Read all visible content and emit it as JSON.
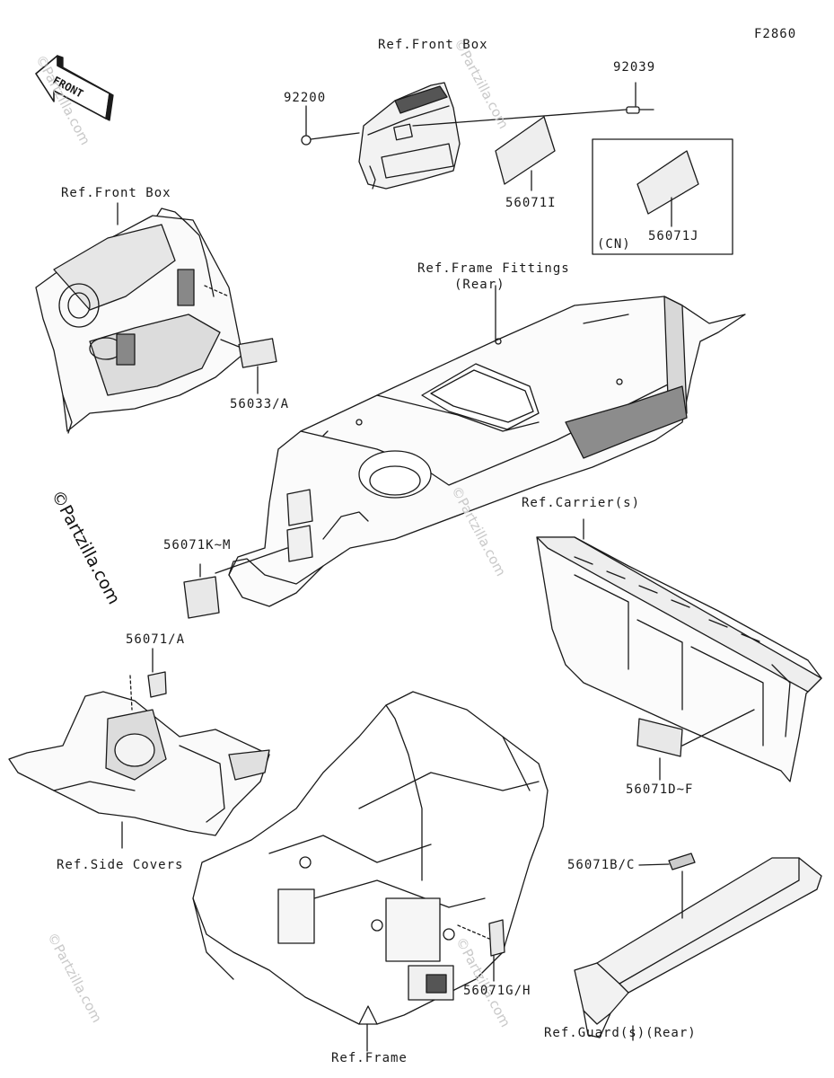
{
  "figure_code": "F2860",
  "front_arrow": "FRONT",
  "watermark": "©Partzilla.com",
  "labels": {
    "ref_front_box_top": "Ref.Front Box",
    "p92039": "92039",
    "p92200": "92200",
    "p56071I": "56071I",
    "p56071J": "56071J",
    "cn": "(CN)",
    "ref_front_box_left": "Ref.Front Box",
    "p56033A": "56033/A",
    "ref_frame_fittings": "Ref.Frame Fittings",
    "ref_frame_fittings_rear": "(Rear)",
    "ref_carriers": "Ref.Carrier(s)",
    "p56071KM": "56071K~M",
    "p56071A": "56071/A",
    "p56071DF": "56071D~F",
    "ref_side_covers": "Ref.Side Covers",
    "p56071BC": "56071B/C",
    "p56071GH": "56071G/H",
    "ref_frame": "Ref.Frame",
    "ref_guard_rear": "Ref.Guard(s)(Rear)"
  },
  "colors": {
    "line": "#1a1a1a",
    "shade": "#e9e9e9",
    "dark_shade": "#9a9a9a",
    "watermark": "#c9c9c9"
  }
}
